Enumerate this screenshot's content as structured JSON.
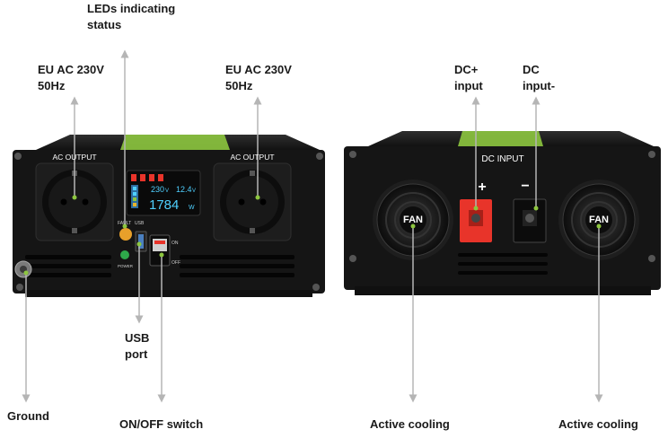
{
  "labels": {
    "leds": "LEDs indicating\nstatus",
    "ac_left": "EU AC 230V\n50Hz",
    "ac_right": "EU AC 230V\n50Hz",
    "dc_plus": "DC+\ninput",
    "dc_minus": "DC\ninput-",
    "usb": "USB\nport",
    "ground": "Ground",
    "onoff": "ON/OFF switch",
    "cooling_left": "Active cooling",
    "cooling_right": "Active cooling"
  },
  "device": {
    "ac_output_left": "AC OUTPUT",
    "ac_output_right": "AC OUTPUT",
    "dc_input": "DC INPUT",
    "plus_sign": "+",
    "minus_sign": "−",
    "fan_left": "FAN",
    "fan_right": "FAN",
    "display_voltage": "230",
    "display_volt_unit": "V",
    "display_battery": "12.4",
    "display_battery_unit": "V",
    "display_power": "1784",
    "display_power_unit": "W",
    "fault_label": "FAULT",
    "usb_label": "USB",
    "power_label": "POWER",
    "switch_on": "ON",
    "switch_off": "OFF"
  },
  "colors": {
    "accent_green": "#8dc63f",
    "arrow_gray": "#b5b5b5",
    "body_black": "#151515",
    "dc_red": "#e8342a",
    "display_cyan": "#4fd0ff"
  }
}
